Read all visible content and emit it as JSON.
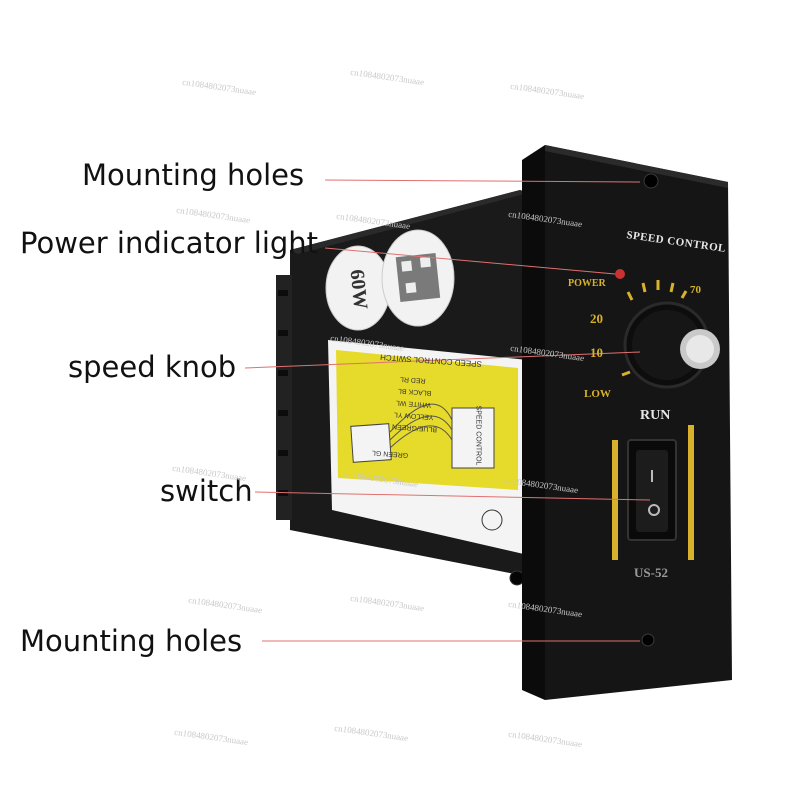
{
  "callouts": {
    "mounting_top": "Mounting holes",
    "power_light": "Power indicator light",
    "speed_knob": "speed knob",
    "switch": "switch",
    "mounting_bottom": "Mounting holes"
  },
  "panel": {
    "title": "SPEED CONTROL",
    "power": "POWER",
    "dial_20": "20",
    "dial_10": "10",
    "dial_low": "LOW",
    "dial_70": "70",
    "run": "RUN",
    "model": "US-52"
  },
  "stickers": {
    "wattage": "60W",
    "label_heading": "SPEED CONTROL SWITCH",
    "wire_1": "RED RL",
    "wire_2": "BLACK BL",
    "wire_3": "WHITE WL",
    "wire_4": "YELLOW YL",
    "wire_5": "BLUE/GREEN",
    "wire_6": "GREEN GL",
    "box_text": "SPEED CONTROL"
  },
  "watermark": "cn1084802073nuaae",
  "colors": {
    "panel": "#141414",
    "body": "#1b1b1b",
    "sticker_yellow": "#e6da2a",
    "amber_text": "#d8b22a",
    "indicator": "#c83232",
    "callout_line": "#e07070"
  }
}
